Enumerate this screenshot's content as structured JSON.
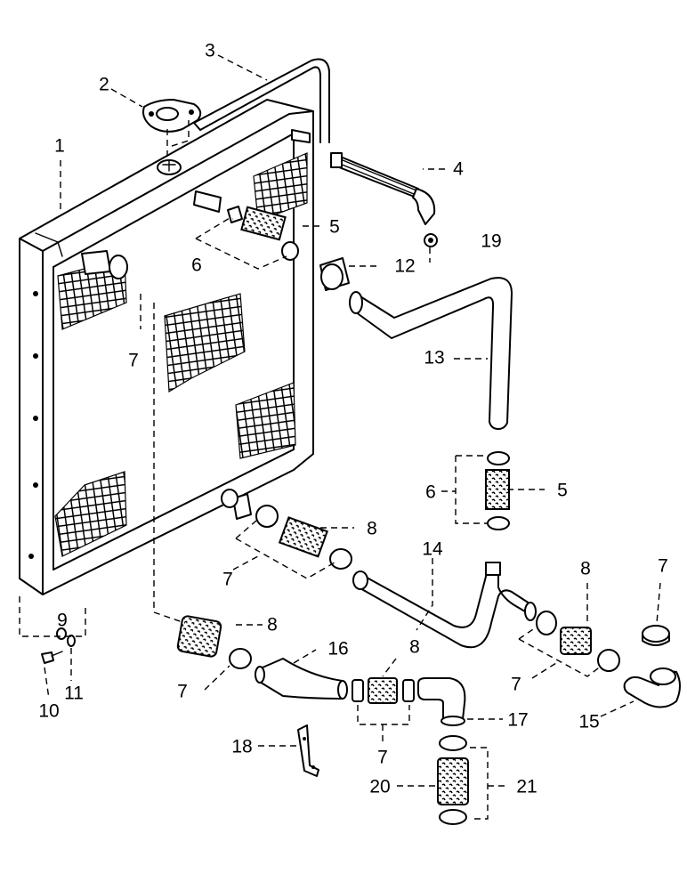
{
  "callouts": {
    "c1": "1",
    "c2": "2",
    "c3": "3",
    "c4": "4",
    "c5a": "5",
    "c5b": "5",
    "c6a": "6",
    "c6b": "6",
    "c7a": "7",
    "c7b": "7",
    "c7c": "7",
    "c7d": "7",
    "c7e": "7",
    "c7f": "7",
    "c8a": "8",
    "c8b": "8",
    "c8c": "8",
    "c8d": "8",
    "c9": "9",
    "c10": "10",
    "c11": "11",
    "c12": "12",
    "c13": "13",
    "c14": "14",
    "c15": "15",
    "c16": "16",
    "c17": "17",
    "c18": "18",
    "c19": "19",
    "c20": "20",
    "c21": "21"
  }
}
